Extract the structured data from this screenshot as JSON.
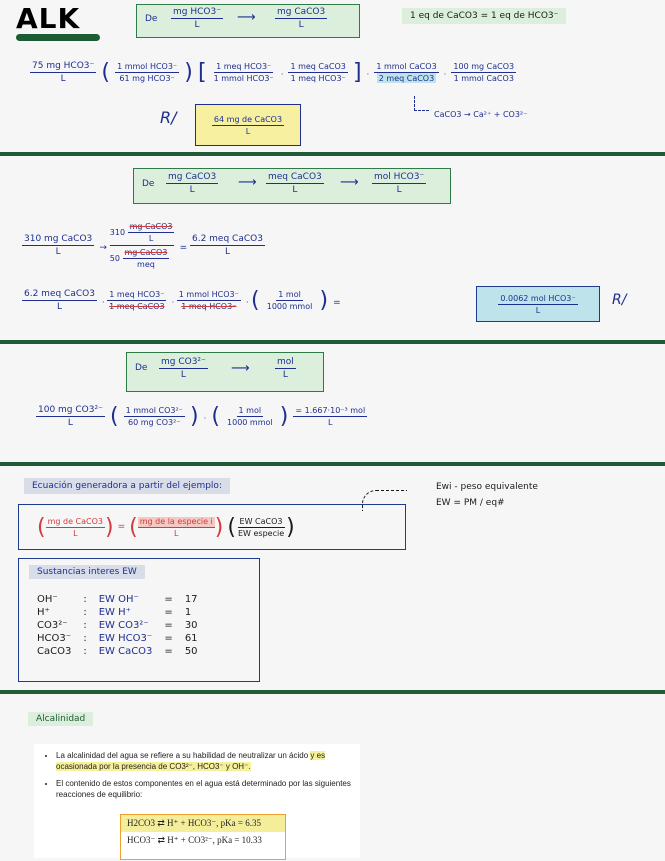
{
  "title": "ALK",
  "s1": {
    "box_de": "De",
    "box_from_num": "mg HCO3⁻",
    "box_from_den": "L",
    "box_arrow": "⟶",
    "box_to_num": "mg CaCO3",
    "box_to_den": "L",
    "equiv": "1 eq de CaCO3 = 1 eq de HCO3⁻",
    "t1n": "75 mg HCO3⁻",
    "t1d": "L",
    "t2n": "1 mmol HCO3⁻",
    "t2d": "61 mg HCO3⁻",
    "t3n": "1 meq HCO3⁻",
    "t3d": "1 mmol HCO3⁻",
    "t4n": "1 meq CaCO3",
    "t4d": "1 meq HCO3⁻",
    "t5n": "1 mmol CaCO3",
    "t5d": "2 meq CaCO3",
    "t6n": "100 mg CaCO3",
    "t6d": "1 mmol CaCO3",
    "reaction": "CaCO3 → Ca²⁺ + CO3²⁻",
    "r_label": "R/",
    "answer_num": "64 mg de CaCO3",
    "answer_den": "L"
  },
  "s2": {
    "box_de": "De",
    "a_num": "mg CaCO3",
    "a_den": "L",
    "b_num": "meq CaCO3",
    "b_den": "L",
    "c_num": "mol HCO3⁻",
    "c_den": "L",
    "l1_a_num": "310 mg CaCO3",
    "l1_a_den": "L",
    "l1_b_top": "310",
    "l1_b_top2": "mg CaCO3",
    "l1_b_topd": "L",
    "l1_b_bot": "50",
    "l1_b_bot2": "mg CaCO3",
    "l1_b_botd": "meq",
    "l1_res_num": "6.2 meq CaCO3",
    "l1_res_den": "L",
    "l2_a_num": "6.2 meq CaCO3",
    "l2_a_den": "L",
    "l2_b_num": "1 meq HCO3⁻",
    "l2_b_den": "1 meq CaCO3",
    "l2_c_num": "1 mmol HCO3⁻",
    "l2_c_den": "1 meq HCO3⁻",
    "l2_d_num": "1 mol",
    "l2_d_den": "1000 mmol",
    "l2_res_num": "0.0062 mol HCO3⁻",
    "l2_res_den": "L",
    "r_label": "R/"
  },
  "s3": {
    "box_de": "De",
    "a_num": "mg CO3²⁻",
    "a_den": "L",
    "b_num": "mol",
    "b_den": "L",
    "t1n": "100 mg CO3²⁻",
    "t1d": "L",
    "t2n": "1 mmol CO3²⁻",
    "t2d": "60 mg CO3²⁻",
    "t3n": "1 mol",
    "t3d": "1000 mmol",
    "res_num": "= 1.667·10⁻³ mol",
    "res_den": "L"
  },
  "s4": {
    "header": "Ecuación generadora a partir del ejemplo:",
    "eq_left_num": "mg de CaCO3",
    "eq_left_den": "L",
    "eq_mid_num": "mg de la especie i",
    "eq_mid_den": "L",
    "eq_right_num": "EW CaCO3",
    "eq_right_den": "EW especie",
    "note1": "Ewi - peso equivalente",
    "note2": "EW = PM / eq#",
    "sub_header": "Sustancias interes EW",
    "rows": [
      {
        "sp": "OH⁻",
        "ew": "EW OH⁻",
        "v": "17"
      },
      {
        "sp": "H⁺",
        "ew": "EW H⁺",
        "v": "1"
      },
      {
        "sp": "CO3²⁻",
        "ew": "EW CO3²⁻",
        "v": "30"
      },
      {
        "sp": "HCO3⁻",
        "ew": "EW HCO3⁻",
        "v": "61"
      },
      {
        "sp": "CaCO3",
        "ew": "EW CaCO3",
        "v": "50"
      }
    ]
  },
  "s5": {
    "header": "Alcalinidad",
    "p1_a": "La alcalinidad del agua se refiere a su habilidad de neutralizar un ácido ",
    "p1_b": "y es ocasionada por la presencia de CO3²⁻, HCO3⁻ y OH⁻.",
    "p2": "El contenido de estos componentes en el agua está determinado por las siguientes reacciones de equilibrio:",
    "eq1": "H2CO3 ⇄ H⁺ + HCO3⁻, pKa = 6.35",
    "eq2": "HCO3⁻ ⇄ H⁺ + CO3²⁻, pKa = 10.33"
  }
}
